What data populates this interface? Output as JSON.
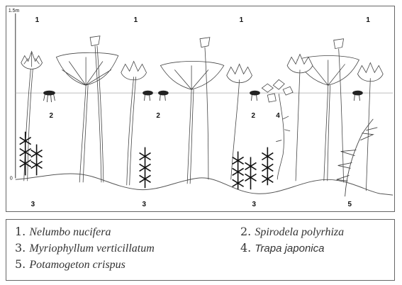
{
  "diagram": {
    "scale_top": "1.5m",
    "scale_bottom": "0",
    "labels": {
      "top_1a": "1",
      "top_1b": "1",
      "top_1c": "1",
      "top_1d": "1",
      "duck_2a": "2",
      "duck_2b": "2",
      "duck_2c": "2",
      "trapa_4": "4",
      "bottom_3a": "3",
      "bottom_3b": "3",
      "bottom_3c": "3",
      "bottom_5": "5"
    }
  },
  "legend": {
    "items": [
      {
        "num": "1.",
        "name": "Nelumbo nucifera",
        "style": "italic"
      },
      {
        "num": "2.",
        "name": "Spirodela polyrhiza",
        "style": "italic"
      },
      {
        "num": "3.",
        "name": "Myriophyllum verticillatum",
        "style": "italic"
      },
      {
        "num": "4.",
        "name": "Trapa japonica",
        "style": "sans"
      },
      {
        "num": "5.",
        "name": "Potamogeton crispus",
        "style": "italic"
      }
    ]
  }
}
